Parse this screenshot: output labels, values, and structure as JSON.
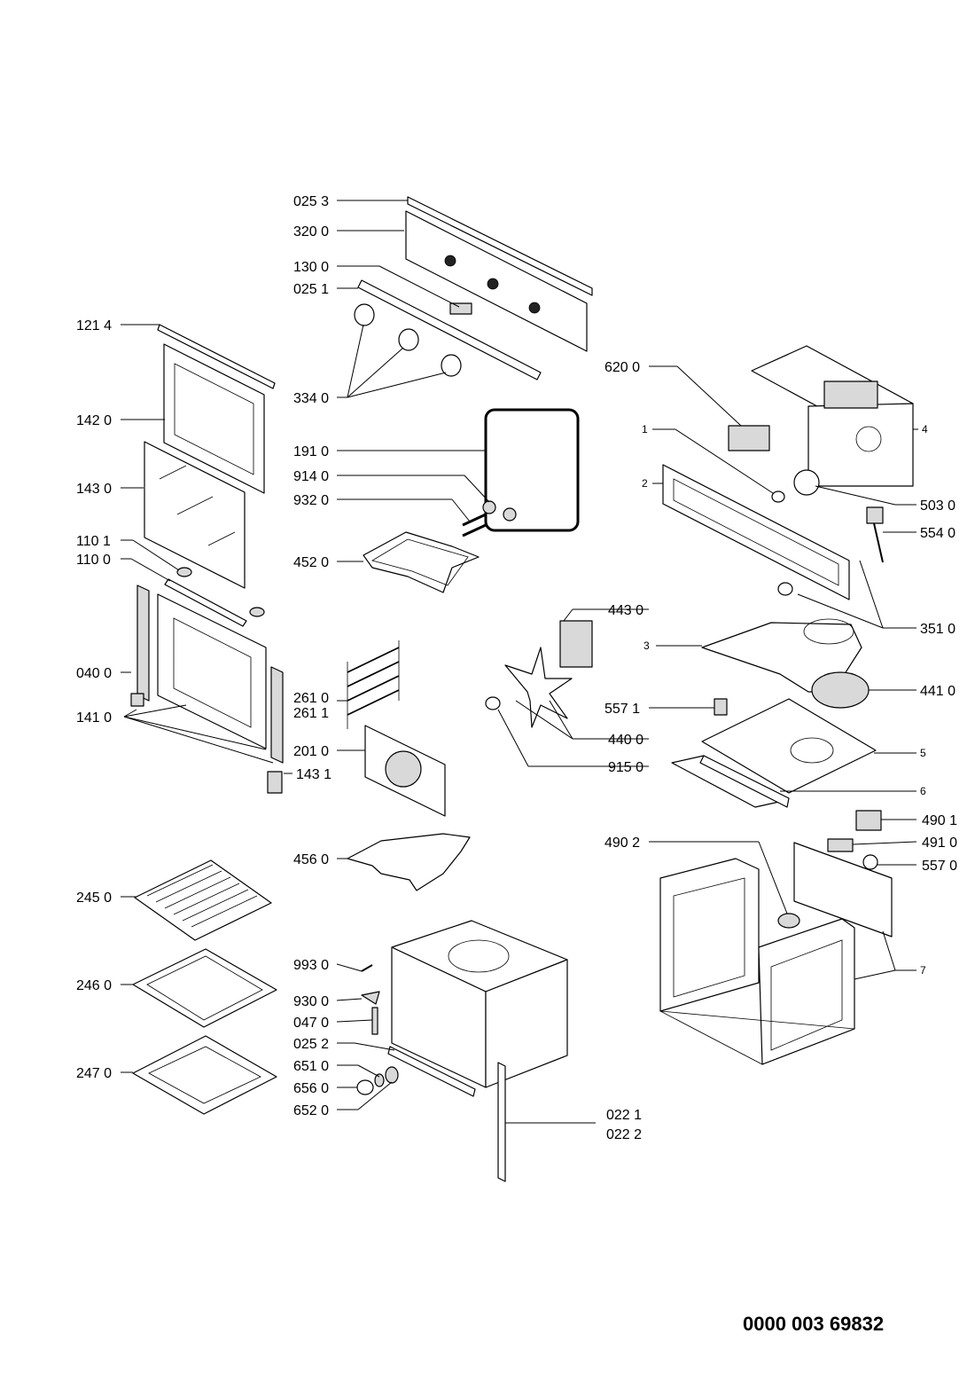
{
  "labels": {
    "l0253": "025 3",
    "l3200": "320 0",
    "l1300": "130 0",
    "l0251": "025 1",
    "l3340": "334 0",
    "l1214": "121 4",
    "l1420": "142 0",
    "l1430": "143 0",
    "l1101": "110 1",
    "l1100": "110 0",
    "l0400": "040 0",
    "l1410": "141 0",
    "l1431": "143 1",
    "l1910": "191 0",
    "l9140": "914 0",
    "l9320": "932 0",
    "l4520": "452 0",
    "l2610": "261 0",
    "l2611": "261 1",
    "l2010": "201 0",
    "l4560": "456 0",
    "l2450": "245 0",
    "l2460": "246 0",
    "l2470": "247 0",
    "l9930": "993 0",
    "l9300": "930 0",
    "l0470": "047 0",
    "l0252": "025 2",
    "l6510": "651 0",
    "l6560": "656 0",
    "l6520": "652 0",
    "l0221": "022 1",
    "l0222": "022 2",
    "l6200": "620 0",
    "l1": "1",
    "l2": "2",
    "l3": "3",
    "l4": "4",
    "l5": "5",
    "l6": "6",
    "l7": "7",
    "l5030": "503 0",
    "l5540": "554 0",
    "l3510": "351 0",
    "l4430": "443 0",
    "l4410": "441 0",
    "l5571": "557 1",
    "l4400": "440 0",
    "l9150": "915 0",
    "l4901": "490 1",
    "l4910": "491 0",
    "l4902": "490 2",
    "l5570": "557 0"
  },
  "document_code": "0000 003 69832"
}
